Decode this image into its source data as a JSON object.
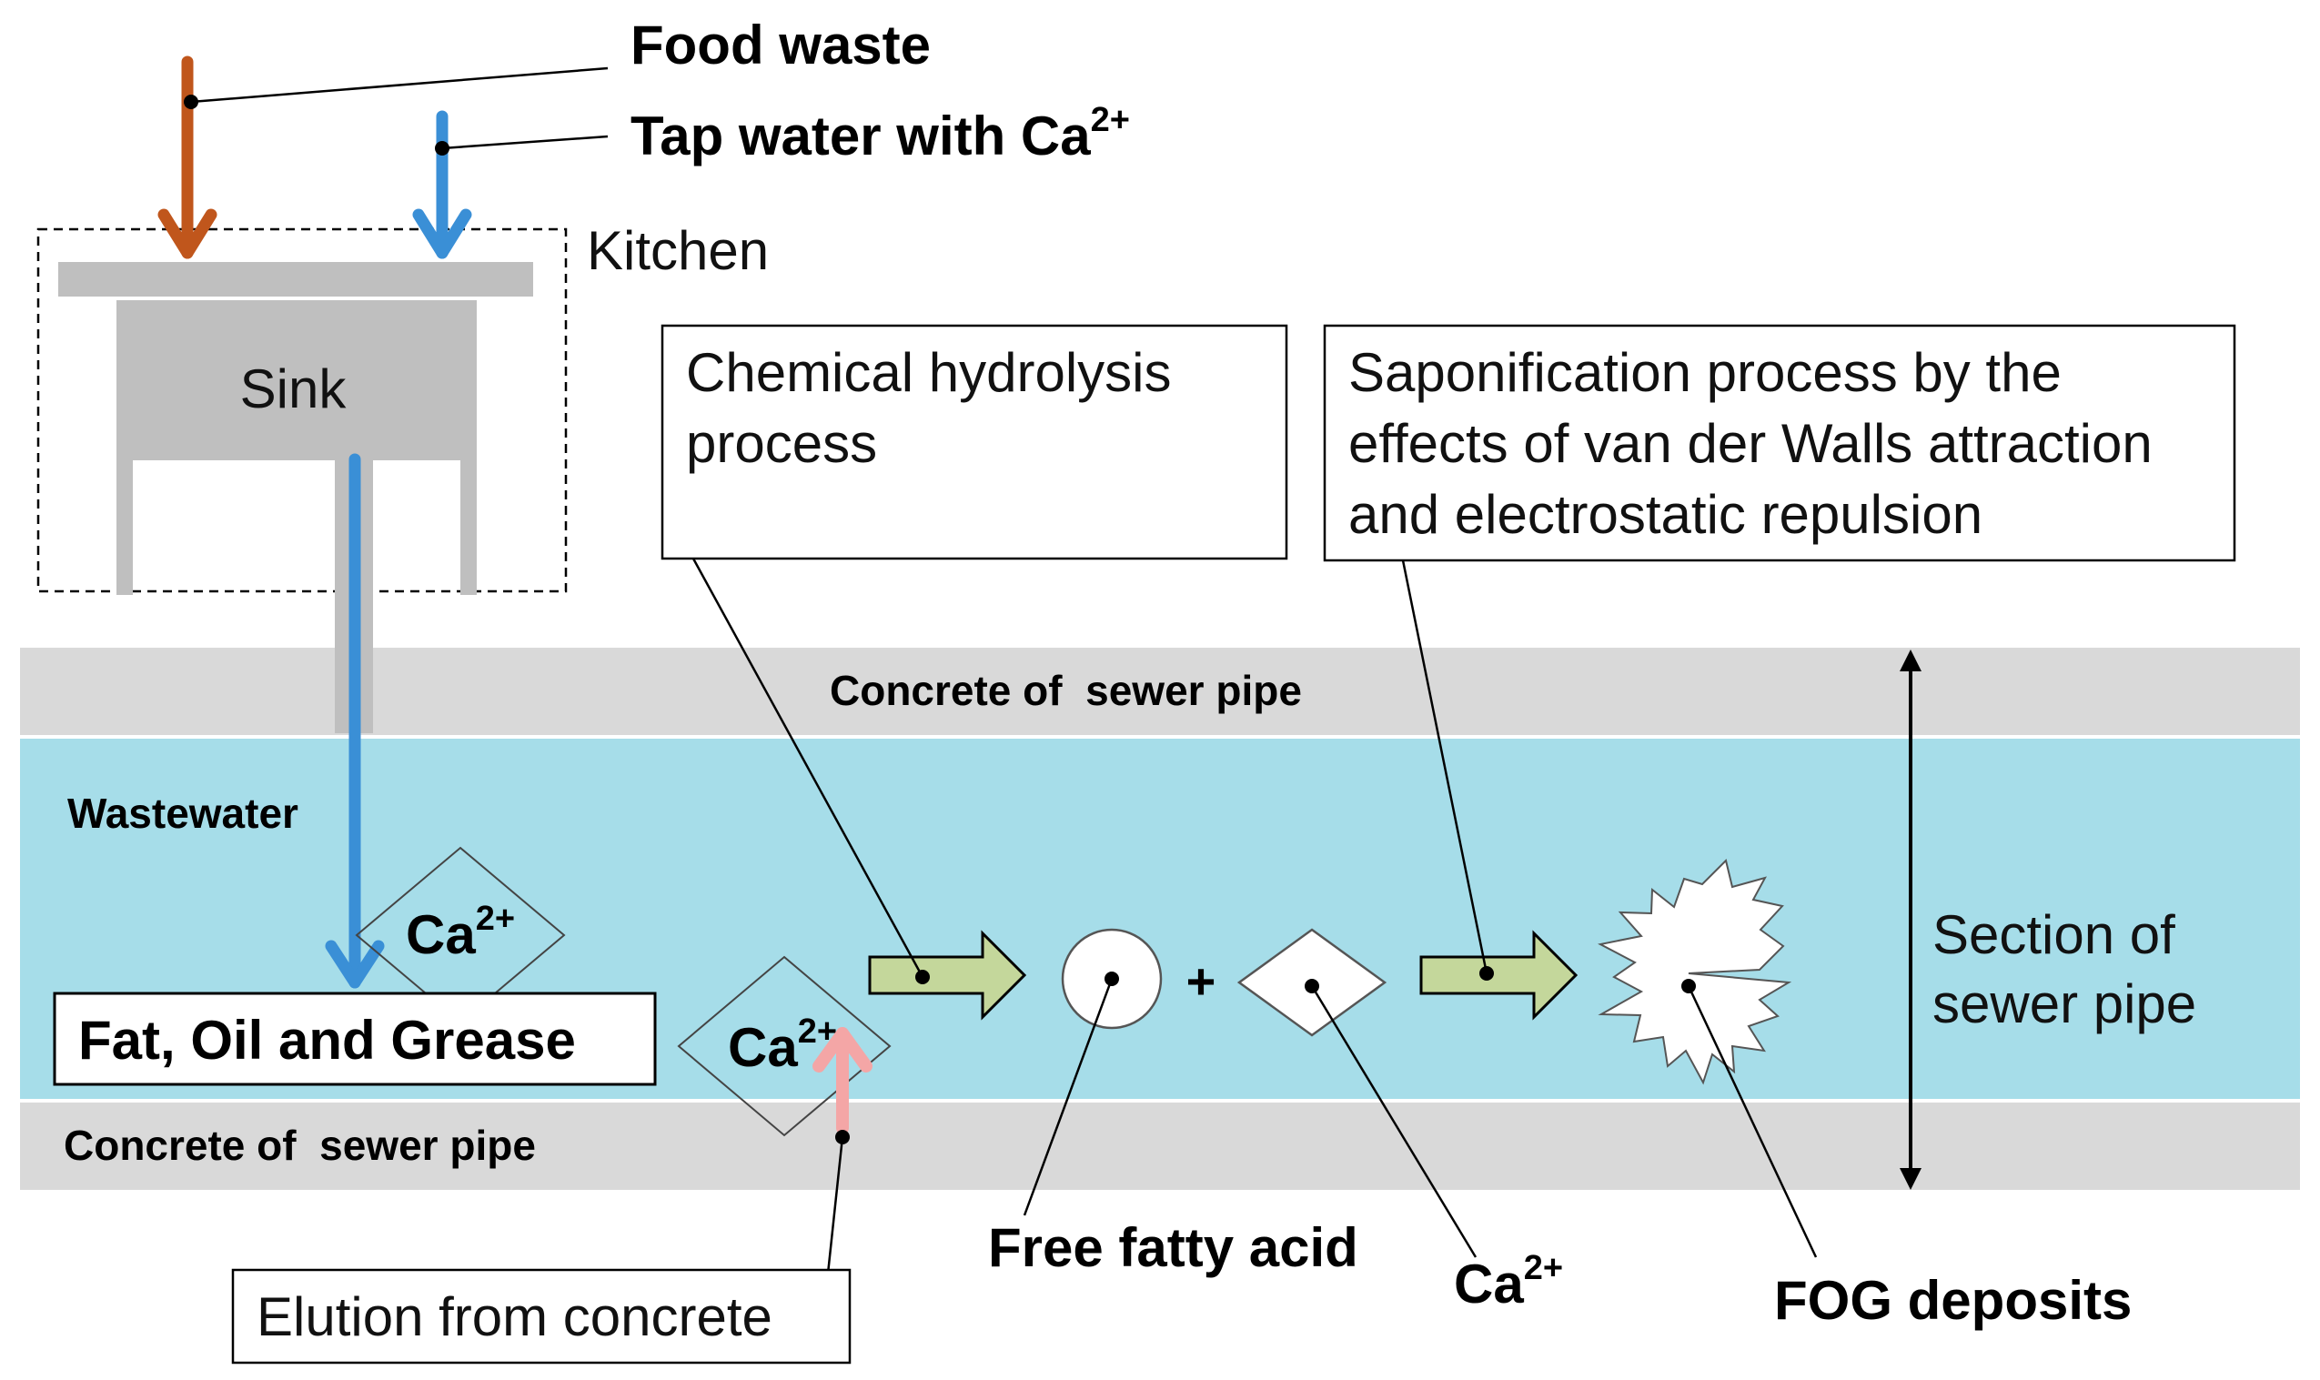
{
  "labels": {
    "food_waste": "Food waste",
    "tap_water": "Tap water with Ca",
    "tap_water_sup": "2+",
    "kitchen": "Kitchen",
    "sink": "Sink",
    "chemical_hydrolysis_line1": "Chemical hydrolysis",
    "chemical_hydrolysis_line2": "process",
    "saponification_line1": "Saponification process by the",
    "saponification_line2": "effects of van der Walls attraction",
    "saponification_line3": "and electrostatic repulsion",
    "concrete_top": "Concrete of  sewer pipe",
    "concrete_bottom": "Concrete of  sewer pipe",
    "wastewater": "Wastewater",
    "fog_box": "Fat, Oil and Grease",
    "ca_base": "Ca",
    "ca_sup": "2+",
    "plus": "+",
    "section_line1": "Section of",
    "section_line2": "sewer pipe",
    "free_fatty_acid": "Free fatty acid",
    "fog_deposits": "FOG deposits",
    "elution": "Elution from concrete"
  },
  "colors": {
    "food_waste_arrow": "#c0561c",
    "water_arrow": "#3a8fd6",
    "concrete": "#d9d9d9",
    "wastewater": "#a6dde9",
    "sink": "#bfbfbf",
    "process_arrow": "#c4d79b",
    "elution_arrow": "#f4a6a6"
  }
}
